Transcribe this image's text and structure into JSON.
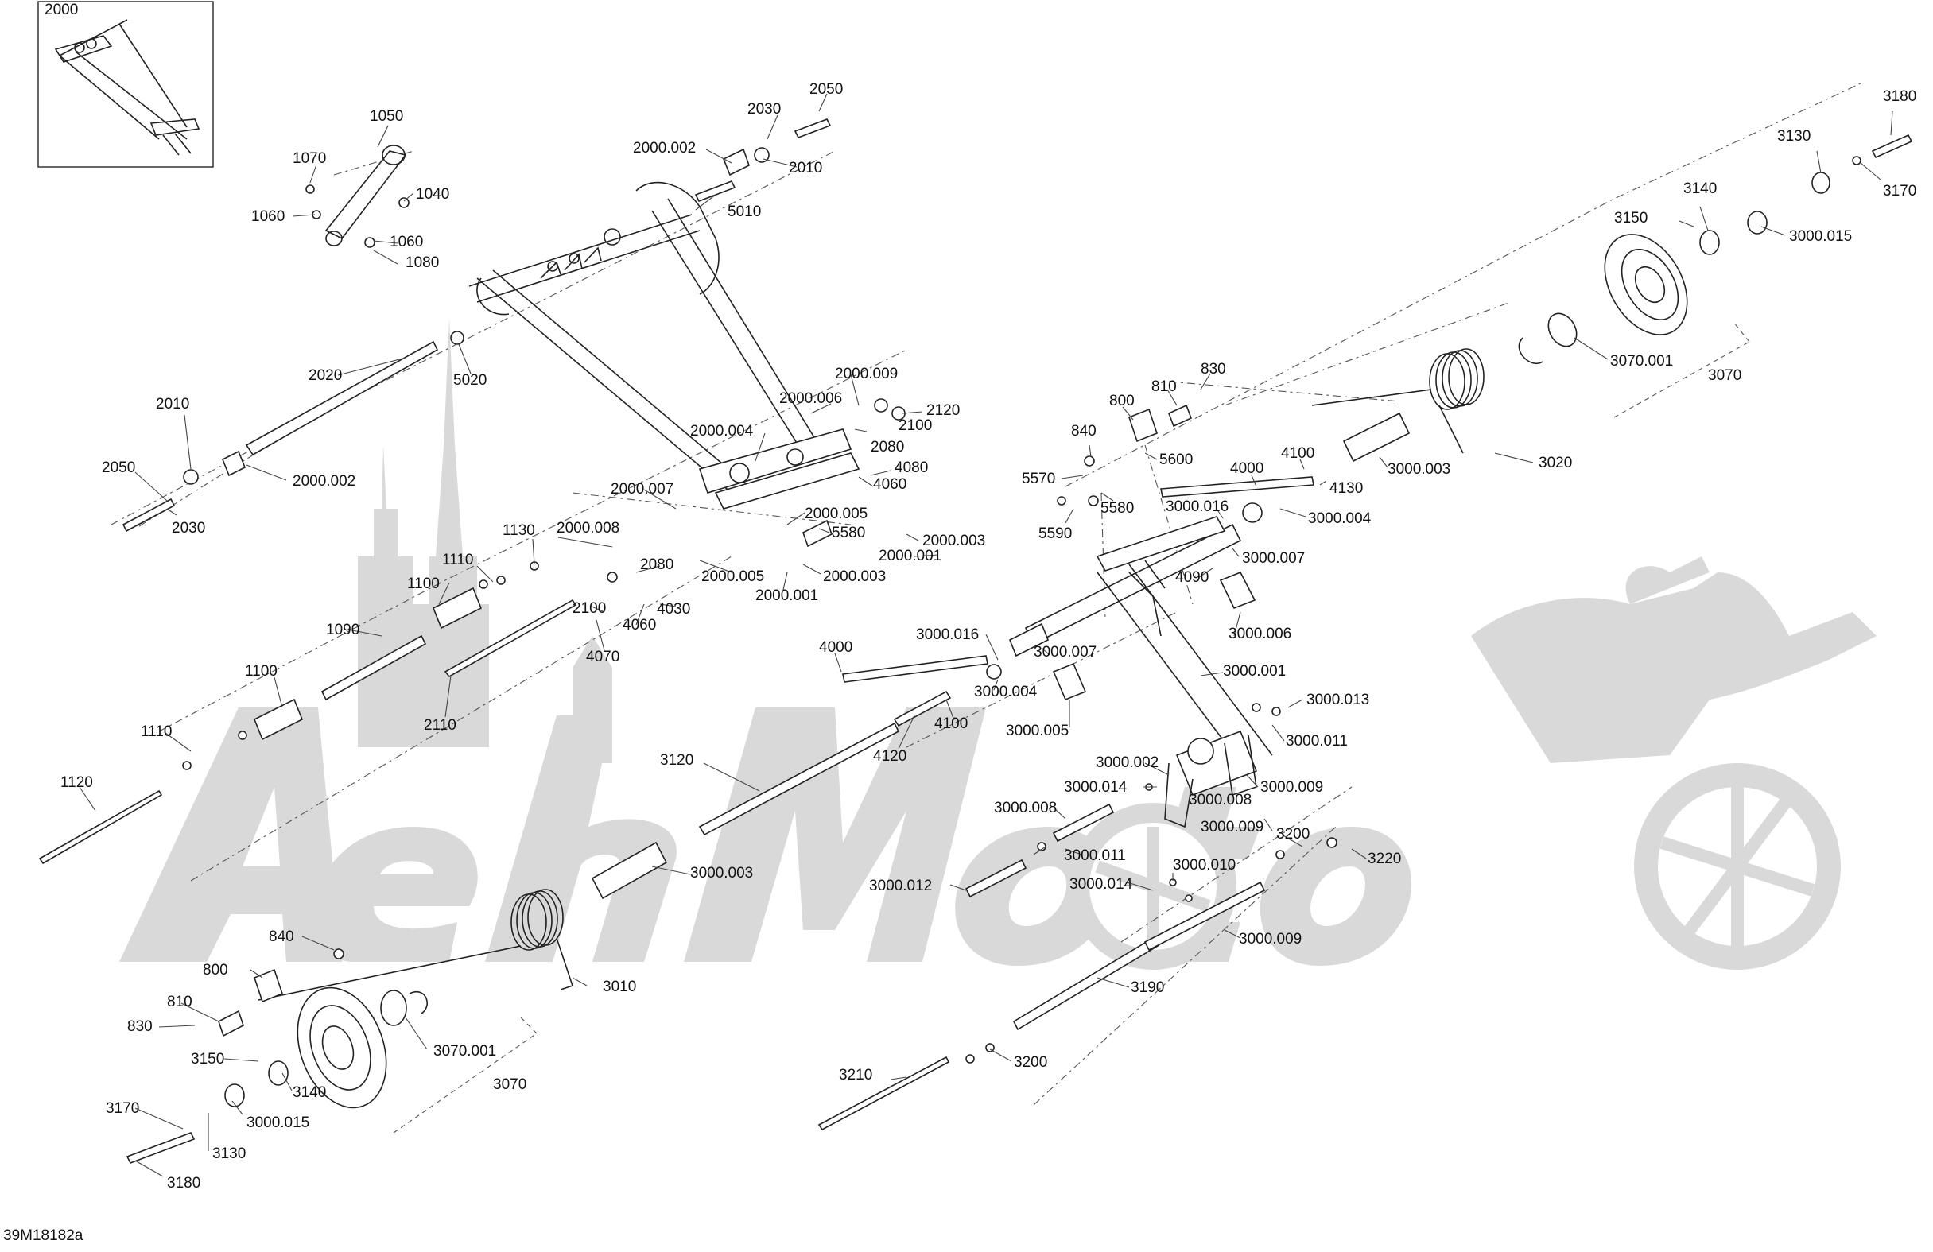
{
  "inset_label": "2000",
  "drawing_number": "39M18182a",
  "watermark": "AehMoto",
  "callouts": [
    {
      "id": "c1050",
      "text": "1050"
    },
    {
      "id": "c1070",
      "text": "1070"
    },
    {
      "id": "c1040",
      "text": "1040"
    },
    {
      "id": "c1060a",
      "text": "1060"
    },
    {
      "id": "c1060b",
      "text": "1060"
    },
    {
      "id": "c1080",
      "text": "1080"
    },
    {
      "id": "c2050a",
      "text": "2050"
    },
    {
      "id": "c2030a",
      "text": "2030"
    },
    {
      "id": "c2010a",
      "text": "2010"
    },
    {
      "id": "c2000002a",
      "text": "2000.002"
    },
    {
      "id": "c5010",
      "text": "5010"
    },
    {
      "id": "c2020",
      "text": "2020"
    },
    {
      "id": "c5020",
      "text": "5020"
    },
    {
      "id": "c2010b",
      "text": "2010"
    },
    {
      "id": "c2050b",
      "text": "2050"
    },
    {
      "id": "c2030b",
      "text": "2030"
    },
    {
      "id": "c2000002b",
      "text": "2000.002"
    },
    {
      "id": "c2000009",
      "text": "2000.009"
    },
    {
      "id": "c2000006",
      "text": "2000.006"
    },
    {
      "id": "c2120",
      "text": "2120"
    },
    {
      "id": "c2100a",
      "text": "2100"
    },
    {
      "id": "c2000004",
      "text": "2000.004"
    },
    {
      "id": "c2080a",
      "text": "2080"
    },
    {
      "id": "c4080",
      "text": "4080"
    },
    {
      "id": "c4060a",
      "text": "4060"
    },
    {
      "id": "c2000007",
      "text": "2000.007"
    },
    {
      "id": "c2000005a",
      "text": "2000.005"
    },
    {
      "id": "c5580a",
      "text": "5580"
    },
    {
      "id": "c2000003a",
      "text": "2000.003"
    },
    {
      "id": "c2000001a",
      "text": "2000.001"
    },
    {
      "id": "c2000008",
      "text": "2000.008"
    },
    {
      "id": "c1130",
      "text": "1130"
    },
    {
      "id": "c1110a",
      "text": "1110"
    },
    {
      "id": "c2080b",
      "text": "2080"
    },
    {
      "id": "c1100a",
      "text": "1100"
    },
    {
      "id": "c2000005b",
      "text": "2000.005"
    },
    {
      "id": "c2000003b",
      "text": "2000.003"
    },
    {
      "id": "c2000001b",
      "text": "2000.001"
    },
    {
      "id": "c2100b",
      "text": "2100"
    },
    {
      "id": "c4030",
      "text": "4030"
    },
    {
      "id": "c4060b",
      "text": "4060"
    },
    {
      "id": "c4070",
      "text": "4070"
    },
    {
      "id": "c1090",
      "text": "1090"
    },
    {
      "id": "c1100b",
      "text": "1100"
    },
    {
      "id": "c2110",
      "text": "2110"
    },
    {
      "id": "c1110b",
      "text": "1110"
    },
    {
      "id": "c1120",
      "text": "1120"
    },
    {
      "id": "c4000a",
      "text": "4000"
    },
    {
      "id": "c3000016a",
      "text": "3000.016"
    },
    {
      "id": "c3000007a",
      "text": "3000.007"
    },
    {
      "id": "c3000004a",
      "text": "3000.004"
    },
    {
      "id": "c4100a",
      "text": "4100"
    },
    {
      "id": "c3000005",
      "text": "3000.005"
    },
    {
      "id": "c4120",
      "text": "4120"
    },
    {
      "id": "c3120",
      "text": "3120"
    },
    {
      "id": "c3000003a",
      "text": "3000.003"
    },
    {
      "id": "c840a",
      "text": "840"
    },
    {
      "id": "c800a",
      "text": "800"
    },
    {
      "id": "c810a",
      "text": "810"
    },
    {
      "id": "c830a",
      "text": "830"
    },
    {
      "id": "c3150a",
      "text": "3150"
    },
    {
      "id": "c3140a",
      "text": "3140"
    },
    {
      "id": "c3070001a",
      "text": "3070.001"
    },
    {
      "id": "c3070a",
      "text": "3070"
    },
    {
      "id": "c3170a",
      "text": "3170"
    },
    {
      "id": "c3000015a",
      "text": "3000.015"
    },
    {
      "id": "c3130a",
      "text": "3130"
    },
    {
      "id": "c3180a",
      "text": "3180"
    },
    {
      "id": "c3010",
      "text": "3010"
    },
    {
      "id": "c3180b",
      "text": "3180"
    },
    {
      "id": "c3130b",
      "text": "3130"
    },
    {
      "id": "c3170b",
      "text": "3170"
    },
    {
      "id": "c3140b",
      "text": "3140"
    },
    {
      "id": "c3150b",
      "text": "3150"
    },
    {
      "id": "c3000015b",
      "text": "3000.015"
    },
    {
      "id": "c3070001b",
      "text": "3070.001"
    },
    {
      "id": "c3070b",
      "text": "3070"
    },
    {
      "id": "c830b",
      "text": "830"
    },
    {
      "id": "c810b",
      "text": "810"
    },
    {
      "id": "c800b",
      "text": "800"
    },
    {
      "id": "c840b",
      "text": "840"
    },
    {
      "id": "c5600",
      "text": "5600"
    },
    {
      "id": "c5570",
      "text": "5570"
    },
    {
      "id": "c5580b",
      "text": "5580"
    },
    {
      "id": "c5590",
      "text": "5590"
    },
    {
      "id": "c4000b",
      "text": "4000"
    },
    {
      "id": "c4100b",
      "text": "4100"
    },
    {
      "id": "c4130",
      "text": "4130"
    },
    {
      "id": "c3000003b",
      "text": "3000.003"
    },
    {
      "id": "c3020",
      "text": "3020"
    },
    {
      "id": "c3000016b",
      "text": "3000.016"
    },
    {
      "id": "c3000004b",
      "text": "3000.004"
    },
    {
      "id": "c3000007b",
      "text": "3000.007"
    },
    {
      "id": "c4090",
      "text": "4090"
    },
    {
      "id": "c3000006",
      "text": "3000.006"
    },
    {
      "id": "c3000001",
      "text": "3000.001"
    },
    {
      "id": "c3000013",
      "text": "3000.013"
    },
    {
      "id": "c3000011a",
      "text": "3000.011"
    },
    {
      "id": "c3000002",
      "text": "3000.002"
    },
    {
      "id": "c3000014a",
      "text": "3000.014"
    },
    {
      "id": "c3000009a",
      "text": "3000.009"
    },
    {
      "id": "c3000008a",
      "text": "3000.008"
    },
    {
      "id": "c3000008b",
      "text": "3000.008"
    },
    {
      "id": "c3000009b",
      "text": "3000.009"
    },
    {
      "id": "c3000011b",
      "text": "3000.011"
    },
    {
      "id": "c3200a",
      "text": "3200"
    },
    {
      "id": "c3220",
      "text": "3220"
    },
    {
      "id": "c3000010",
      "text": "3000.010"
    },
    {
      "id": "c3000012",
      "text": "3000.012"
    },
    {
      "id": "c3000014b",
      "text": "3000.014"
    },
    {
      "id": "c3000009c",
      "text": "3000.009"
    },
    {
      "id": "c3190",
      "text": "3190"
    },
    {
      "id": "c3200b",
      "text": "3200"
    },
    {
      "id": "c3210",
      "text": "3210"
    }
  ]
}
